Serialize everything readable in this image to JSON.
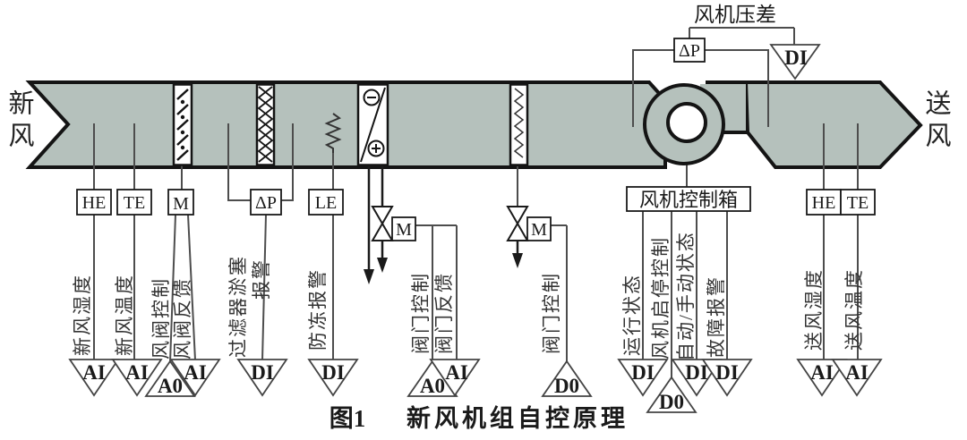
{
  "title": "新风机组自控原理图",
  "palette": {
    "duct_fill": "#b5c1bc",
    "outline": "#141414",
    "signal_line": "#4d4d4d",
    "paper": "#ffffff"
  },
  "flow": {
    "inlet": "新风",
    "outlet": "送风"
  },
  "fan_dp": {
    "label": "风机压差",
    "dp_tag": "ΔP",
    "di_tag": "DI"
  },
  "tags": {
    "he_left": "HE",
    "te_left": "TE",
    "damper_motor": "M",
    "filter_dp": "ΔP",
    "frost_stat": "LE",
    "valve1_motor": "M",
    "valve2_motor": "M",
    "fan_control_box": "风机控制箱",
    "he_right": "HE",
    "te_right": "TE"
  },
  "io_points": [
    {
      "label": "新风湿度",
      "io": "AI"
    },
    {
      "label": "新风温度",
      "io": "AI"
    },
    {
      "label": "风阀控制",
      "io": "A0"
    },
    {
      "label": "风阀反馈",
      "io": "AI"
    },
    {
      "label": "过滤器淤塞",
      "label2": "报警",
      "io": "DI"
    },
    {
      "label": "防冻报警",
      "io": "DI"
    },
    {
      "label": "阀门控制",
      "io": "A0"
    },
    {
      "label": "阀门反馈",
      "io": "AI"
    },
    {
      "label": "阀门控制",
      "io": "D0"
    },
    {
      "label": "运行状态",
      "io": "DI"
    },
    {
      "label": "风机启停控制",
      "io": "D0"
    },
    {
      "label": "自动/手动状态",
      "io": "DI"
    },
    {
      "label": "故障报警",
      "io": "DI"
    },
    {
      "label": "送风湿度",
      "io": "AI"
    },
    {
      "label": "送风温度",
      "io": "AI"
    }
  ],
  "caption": {
    "prefix": "图1",
    "title": "新风机组自控原理"
  }
}
